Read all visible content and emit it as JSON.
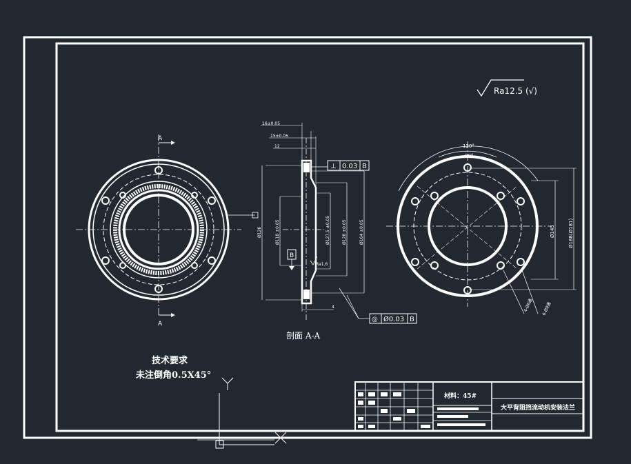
{
  "background_color": "#212830",
  "line_color": "#ffffff",
  "roughness": {
    "symbol": "Ra12.5 (√)"
  },
  "section_label": "剖面 A-A",
  "section_markers": {
    "top": "A",
    "bottom": "A"
  },
  "datum_label": "B",
  "tolerance_frames": [
    {
      "symbol": "⊥",
      "value": "0.03",
      "datum": "B"
    },
    {
      "symbol": "◎",
      "value": "Ø0.03",
      "datum": "B"
    }
  ],
  "surface_finish_small": "Ra1.6",
  "top_dimensions": [
    "16±0.05",
    "15±0.05",
    "12"
  ],
  "vertical_dimensions": [
    "Ø126",
    "Ø118 ±0.05",
    "Ø127.5 ±0.05",
    "Ø128 ±0.05",
    "Ø164 ±0.05"
  ],
  "bottom_dimension": "4",
  "right_view_angles": [
    "120°",
    "90°"
  ],
  "right_view_dimensions": [
    "Ø145",
    "Ø188(Ø181)"
  ],
  "right_view_holes": [
    "4-Ø6通",
    "6-Ø8通"
  ],
  "technical_requirements": {
    "title": "技术要求",
    "note": "未注倒角0.5X45°"
  },
  "title_block": {
    "material": "材料：45#",
    "part_name": "大平背阻挡流动机安装法兰"
  },
  "ucs": {
    "y_label": "Y",
    "x_label": "X"
  }
}
